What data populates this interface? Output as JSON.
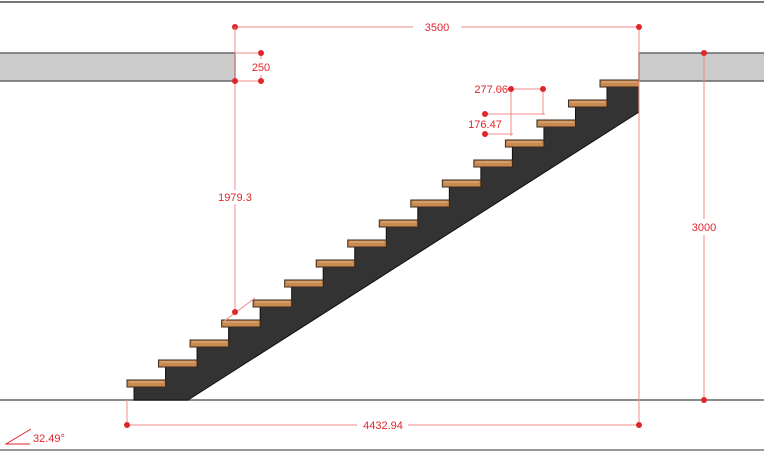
{
  "drawing": {
    "type": "staircase elevation",
    "steps": 16,
    "colors": {
      "dimension": "#e0262b",
      "dimension_line": "#f08a8a",
      "tread": "#c98a52",
      "stringer": "#333333",
      "slab": "#cccccc",
      "ground": "#8a8a8a"
    }
  },
  "dimensions": {
    "total_run": "3500",
    "slab_thickness": "250",
    "headroom": "1979.3",
    "tread_depth": "277.06",
    "riser_height": "176.47",
    "total_rise": "3000",
    "stringer_length": "4432.94",
    "angle": "32.49°"
  }
}
